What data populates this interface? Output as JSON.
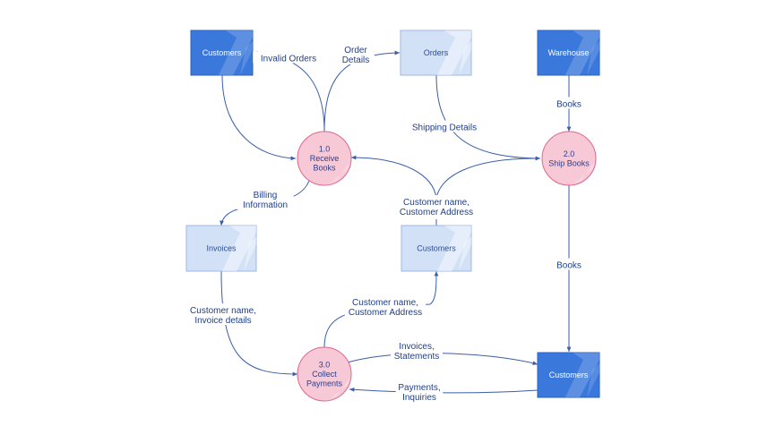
{
  "entities": [
    {
      "id": "customers_top",
      "label": "Customers",
      "style": "dark"
    },
    {
      "id": "orders",
      "label": "Orders",
      "style": "light"
    },
    {
      "id": "warehouse",
      "label": "Warehouse",
      "style": "dark"
    },
    {
      "id": "invoices",
      "label": "Invoices",
      "style": "light"
    },
    {
      "id": "customers_mid",
      "label": "Customers",
      "style": "light"
    },
    {
      "id": "customers_bottom",
      "label": "Customers",
      "style": "dark"
    }
  ],
  "processes": [
    {
      "id": "p1",
      "lines": [
        "1.0",
        "Receive",
        "Books"
      ]
    },
    {
      "id": "p2",
      "lines": [
        "2.0",
        "Ship Books"
      ]
    },
    {
      "id": "p3",
      "lines": [
        "3.0",
        "Collect",
        "Payments"
      ]
    }
  ],
  "flows": [
    {
      "id": "f1",
      "lines": [
        "Invalid Orders"
      ]
    },
    {
      "id": "f2",
      "lines": [
        "Order",
        "Details"
      ]
    },
    {
      "id": "f3",
      "lines": [
        "Books"
      ]
    },
    {
      "id": "f4",
      "lines": [
        "Shipping Details"
      ]
    },
    {
      "id": "f5",
      "lines": [
        "Customer name,",
        "Customer Address"
      ]
    },
    {
      "id": "f6",
      "lines": [
        "Billing",
        "Information"
      ]
    },
    {
      "id": "f7",
      "lines": [
        "Books"
      ]
    },
    {
      "id": "f8",
      "lines": [
        "Customer name,",
        "Invoice details"
      ]
    },
    {
      "id": "f9",
      "lines": [
        "Customer name,",
        "Customer Address"
      ]
    },
    {
      "id": "f10",
      "lines": [
        "Invoices,",
        "Statements"
      ]
    },
    {
      "id": "f11",
      "lines": [
        "Payments,",
        "Inquiries"
      ]
    },
    {
      "id": "f12",
      "lines": []
    }
  ],
  "colors": {
    "entity_dark": "#3b78dc",
    "entity_light": "#d3e1f7",
    "entity_light_border": "#9db7e3",
    "entity_dark_text": "#ffffff",
    "entity_light_text": "#2b4f95",
    "process_fill": "#f7c8d6",
    "process_border": "#e0668f",
    "process_text": "#2b3f8a",
    "flow_line": "#3a5ea8",
    "label_text": "#1f3f8a"
  }
}
